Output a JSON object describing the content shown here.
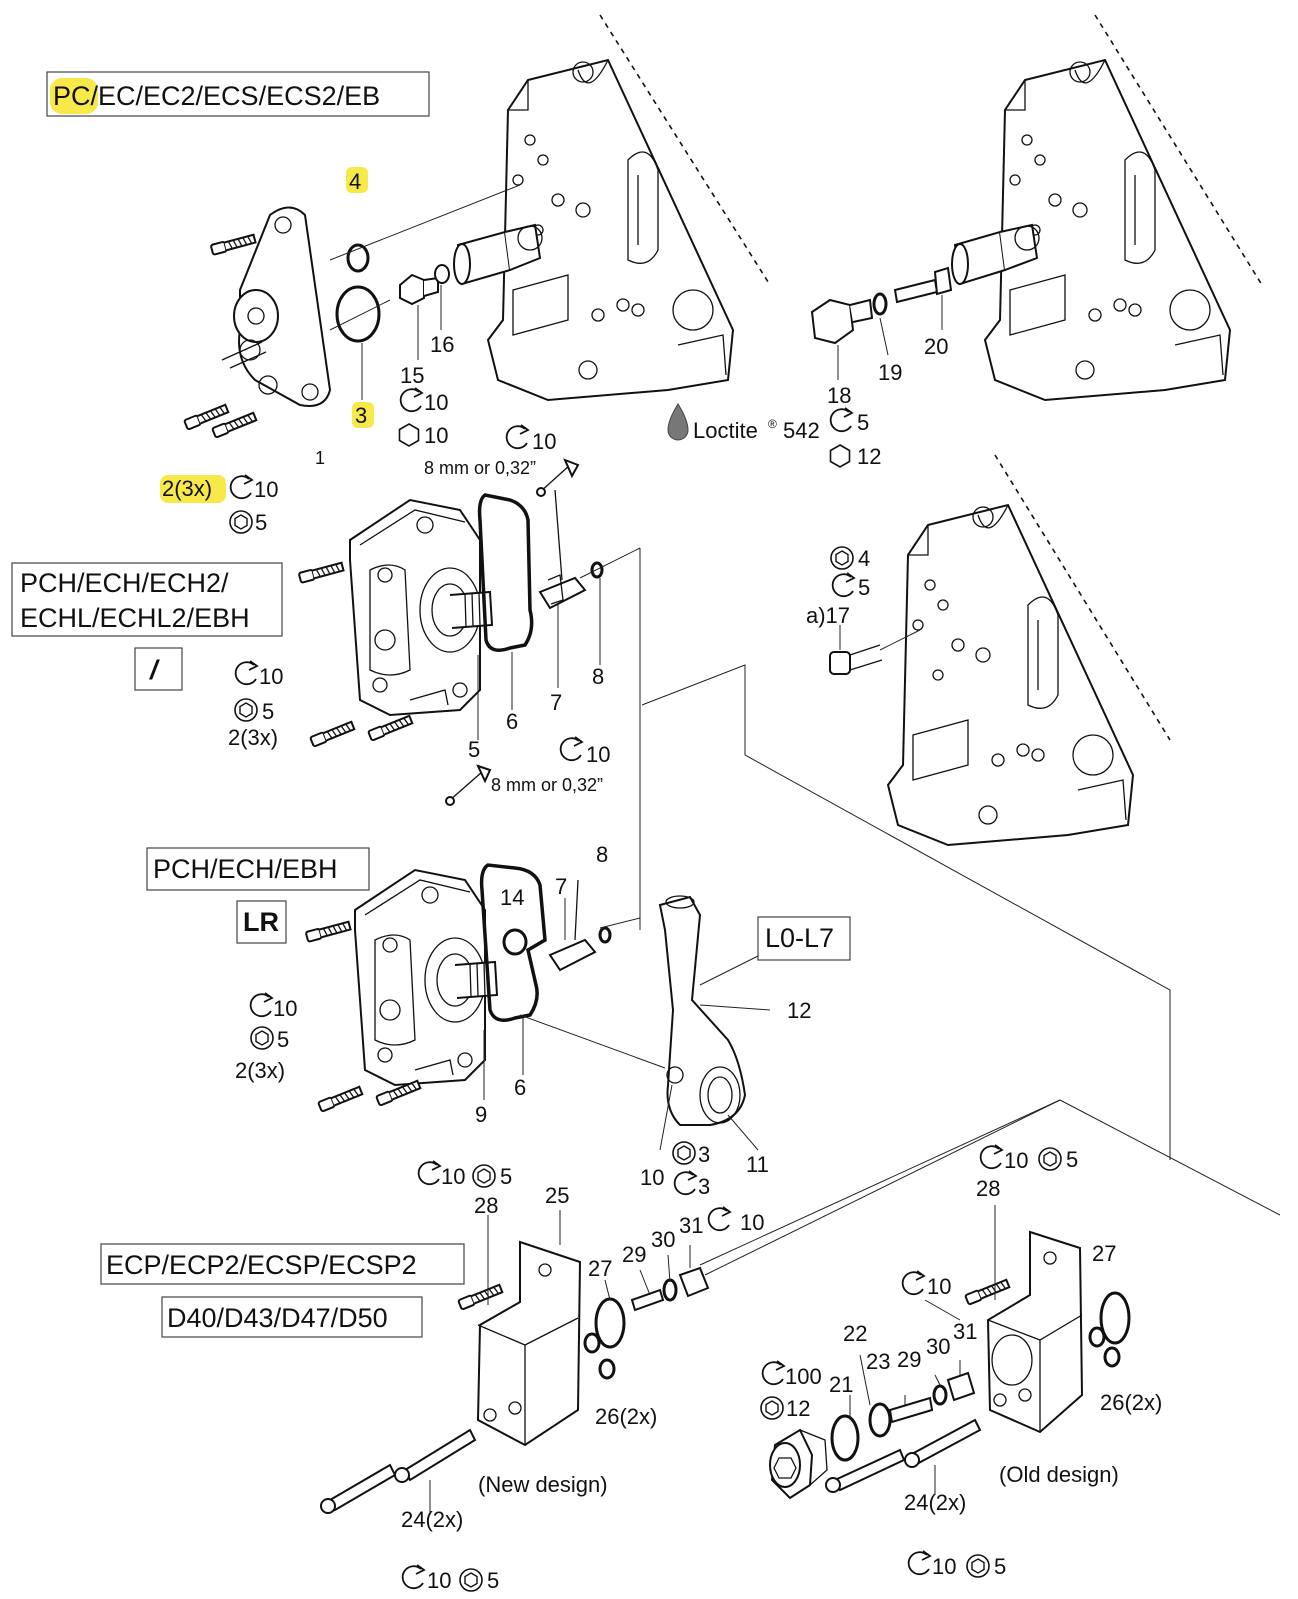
{
  "boxes": {
    "pc_prefix": "PC",
    "pc_rest": "/EC/EC2/ECS/ECS2/EB",
    "pch_line1": "PCH/ECH/ECH2/",
    "pch_line2": "ECHL/ECHL2/EBH",
    "slash": "/",
    "pch_ebh": "PCH/ECH/EBH",
    "lr": "LR",
    "l0l7": "L0-L7",
    "ecp": "ECP/ECP2/ECSP/ECSP2",
    "d40": "D40/D43/D47/D50"
  },
  "labels": {
    "l1": "1",
    "l2_3x": "2(3x)",
    "l3": "3",
    "l4": "4",
    "l5": "5",
    "l6": "6",
    "l7": "7",
    "l8": "8",
    "l9": "9",
    "l10": "10",
    "l11": "11",
    "l12": "12",
    "l14": "14",
    "l15": "15",
    "l16": "16",
    "l17": "a)17",
    "l18": "18",
    "l19": "19",
    "l20": "20",
    "l21": "21",
    "l22": "22",
    "l23": "23",
    "l24": "24(2x)",
    "l25": "25",
    "l26": "26(2x)",
    "l27": "27",
    "l28": "28",
    "l29": "29",
    "l30": "30",
    "l31": "31",
    "new_design": "(New design)",
    "old_design": "(Old design)",
    "wrench_note": "8 mm or 0,32”",
    "loctite": "Loctite",
    "loctite_reg": "®",
    "loctite_num": "542"
  },
  "torque": {
    "t10": "10",
    "t5": "5",
    "t4": "4",
    "t3": "3",
    "t12": "12",
    "t100": "100"
  },
  "icons": [
    "torque-arrow-icon",
    "hex-socket-icon",
    "hex-key-icon",
    "wrench-icon",
    "loctite-drop-icon"
  ],
  "colors": {
    "highlight": "#f7e94a",
    "ink": "#111111"
  }
}
